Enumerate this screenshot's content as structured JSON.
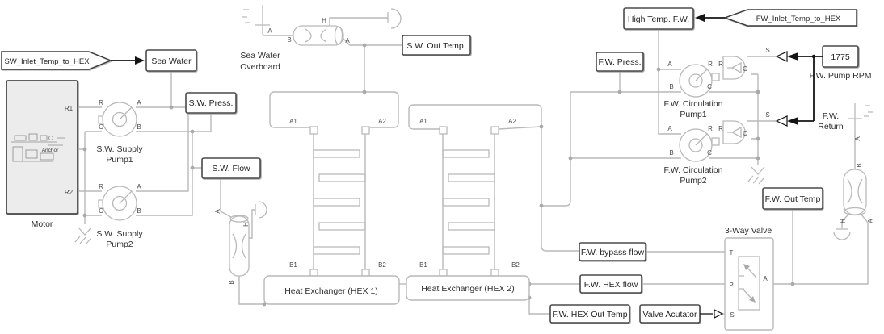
{
  "diagram_title": "Marine cooling system block diagram (sea water / fresh water loops)",
  "colors": {
    "wire": "#b9b9b9",
    "block_border": "#4a4a4a",
    "signal": "#141414",
    "background": "#ffffff"
  },
  "tags": {
    "sw_inlet": "SW_Inlet_Temp_to_HEX",
    "fw_inlet": "FW_Inlet_Temp_to_HEX"
  },
  "blocks": {
    "sea_water": "Sea Water",
    "motor": "Motor",
    "motor_anchor": "Anchor",
    "sw_press": "S.W. Press.",
    "sw_flow": "S.W. Flow",
    "sw_out_temp": "S.W. Out Temp.",
    "sw_supply": "S.W. Supply",
    "sw_pump1": "Pump1",
    "sw_pump2": "Pump2",
    "overboard_l1": "Sea Water",
    "overboard_l2": "Overboard",
    "hex1": "Heat Exchanger (HEX 1)",
    "hex2": "Heat Exchanger (HEX 2)",
    "fw_press": "F.W. Press.",
    "high_temp_fw": "High Temp. F.W.",
    "rpm_value": "1775",
    "rpm_label": "F.W. Pump RPM",
    "fw_circulation": "F.W. Circulation",
    "fw_pump1": "Pump1",
    "fw_pump2": "Pump2",
    "fw_return_l1": "F.W.",
    "fw_return_l2": "Return",
    "fw_out_temp": "F.W. Out Temp",
    "valve_label": "3-Way Valve",
    "fw_bypass_flow": "F.W. bypass flow",
    "fw_hex_flow": "F.W. HEX flow",
    "fw_hex_out_temp": "F.W. HEX Out Temp",
    "valve_actuator": "Valve Acutator"
  },
  "ports": {
    "a": "A",
    "b": "B",
    "c": "C",
    "r": "R",
    "h": "H",
    "s": "S",
    "t": "T",
    "p": "P",
    "a1": "A1",
    "a2": "A2",
    "b1": "B1",
    "b2": "B2",
    "r1": "R1",
    "r2": "R2"
  }
}
